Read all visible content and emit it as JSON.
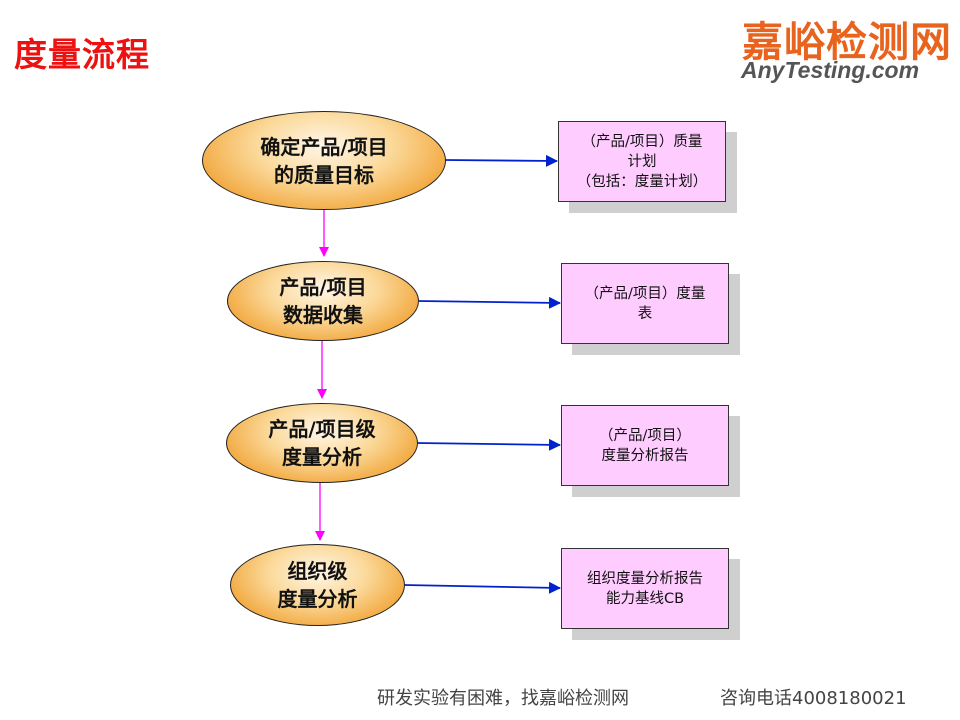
{
  "title": "度量流程",
  "logo": {
    "chinese": "嘉峪检测网",
    "english": "AnyTesting.com"
  },
  "steps": [
    {
      "ellipse_lines": [
        "确定产品/项目",
        "的质量目标"
      ],
      "box_lines": [
        "（产品/项目）质量",
        "计划",
        "（包括：度量计划）"
      ]
    },
    {
      "ellipse_lines": [
        "产品/项目",
        "数据收集"
      ],
      "box_lines": [
        "（产品/项目）度量",
        "表"
      ]
    },
    {
      "ellipse_lines": [
        "产品/项目级",
        "度量分析"
      ],
      "box_lines": [
        "（产品/项目）",
        "度量分析报告"
      ]
    },
    {
      "ellipse_lines": [
        "组织级",
        "度量分析"
      ],
      "box_lines": [
        "组织度量分析报告",
        "能力基线CB"
      ]
    }
  ],
  "footer": {
    "left": "研发实验有困难，找嘉峪检测网",
    "right": "咨询电话4008180021"
  },
  "colors": {
    "title": "#ee1111",
    "logo": "#e8641e",
    "vertical_arrow": "#ff00ff",
    "horizontal_arrow": "#0022cc",
    "box_fill": "#ffccff",
    "ellipse_fill": "#f1a437"
  }
}
